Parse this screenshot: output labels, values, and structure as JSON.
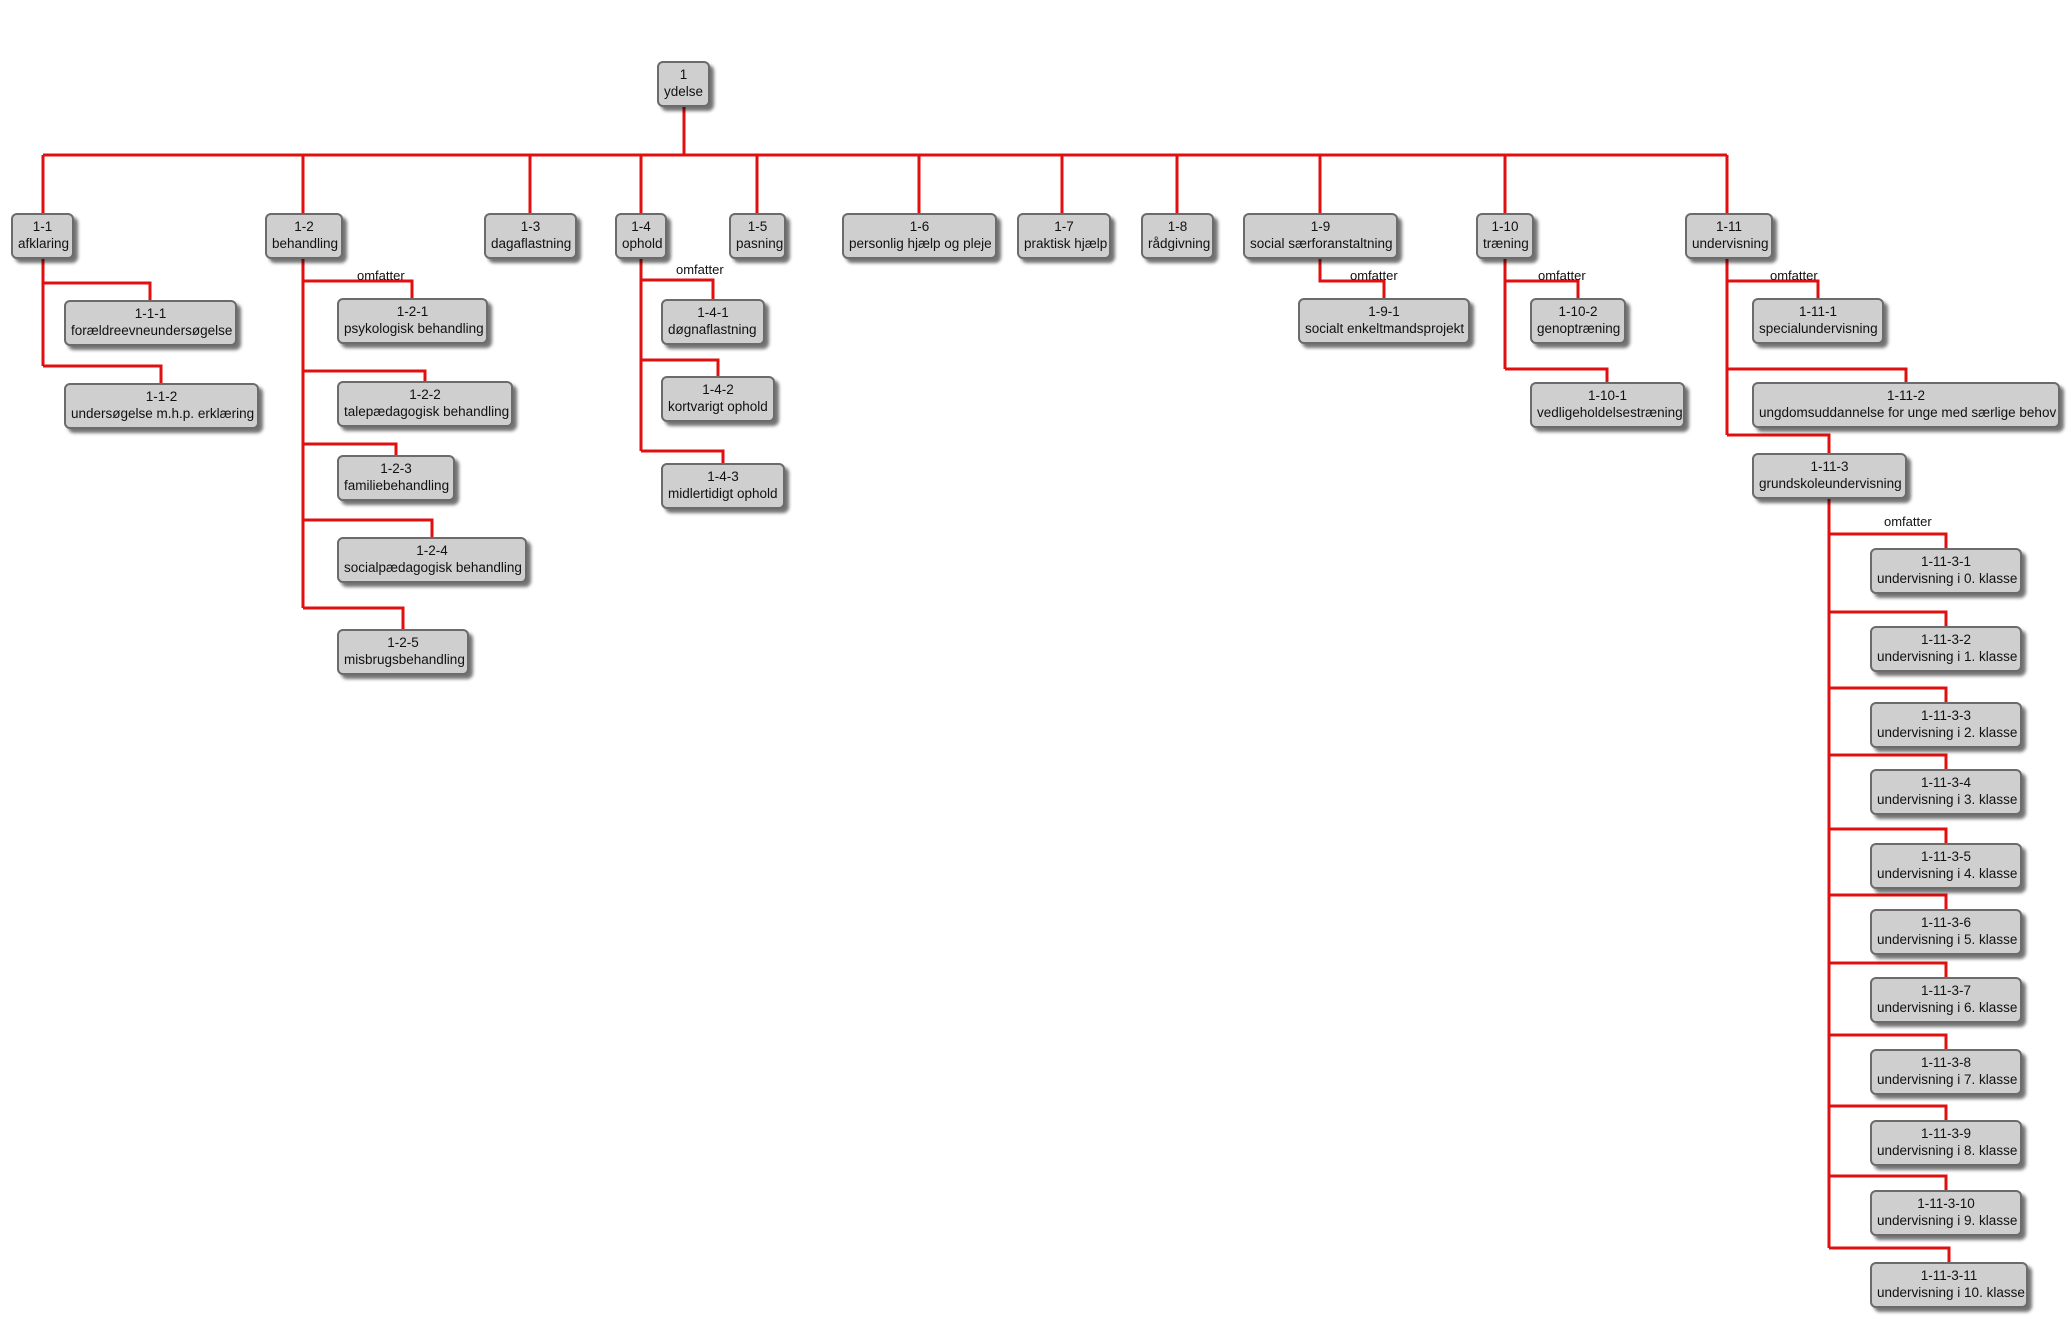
{
  "relation_label": "omfatter",
  "colors": {
    "line": "#e01010",
    "node_fill": "#cfcfcf",
    "node_border": "#6b6b6b"
  },
  "nodes": [
    {
      "id": "1",
      "code": "1",
      "label": "ydelse"
    },
    {
      "id": "1-1",
      "code": "1-1",
      "label": "afklaring"
    },
    {
      "id": "1-1-1",
      "code": "1-1-1",
      "label": "forældreevneundersøgelse"
    },
    {
      "id": "1-1-2",
      "code": "1-1-2",
      "label": "undersøgelse m.h.p. erklæring"
    },
    {
      "id": "1-2",
      "code": "1-2",
      "label": "behandling"
    },
    {
      "id": "1-2-1",
      "code": "1-2-1",
      "label": "psykologisk behandling"
    },
    {
      "id": "1-2-2",
      "code": "1-2-2",
      "label": "talepædagogisk behandling"
    },
    {
      "id": "1-2-3",
      "code": "1-2-3",
      "label": "familiebehandling"
    },
    {
      "id": "1-2-4",
      "code": "1-2-4",
      "label": "socialpædagogisk behandling"
    },
    {
      "id": "1-2-5",
      "code": "1-2-5",
      "label": "misbrugsbehandling"
    },
    {
      "id": "1-3",
      "code": "1-3",
      "label": "dagaflastning"
    },
    {
      "id": "1-4",
      "code": "1-4",
      "label": "ophold"
    },
    {
      "id": "1-4-1",
      "code": "1-4-1",
      "label": "døgnaflastning"
    },
    {
      "id": "1-4-2",
      "code": "1-4-2",
      "label": "kortvarigt ophold"
    },
    {
      "id": "1-4-3",
      "code": "1-4-3",
      "label": "midlertidigt ophold"
    },
    {
      "id": "1-5",
      "code": "1-5",
      "label": "pasning"
    },
    {
      "id": "1-6",
      "code": "1-6",
      "label": "personlig hjælp og pleje"
    },
    {
      "id": "1-7",
      "code": "1-7",
      "label": "praktisk hjælp"
    },
    {
      "id": "1-8",
      "code": "1-8",
      "label": "rådgivning"
    },
    {
      "id": "1-9",
      "code": "1-9",
      "label": "social særforanstaltning"
    },
    {
      "id": "1-9-1",
      "code": "1-9-1",
      "label": "socialt enkeltmandsprojekt"
    },
    {
      "id": "1-10",
      "code": "1-10",
      "label": "træning"
    },
    {
      "id": "1-10-2",
      "code": "1-10-2",
      "label": "genoptræning"
    },
    {
      "id": "1-10-1",
      "code": "1-10-1",
      "label": "vedligeholdelsestræning"
    },
    {
      "id": "1-11",
      "code": "1-11",
      "label": "undervisning"
    },
    {
      "id": "1-11-1",
      "code": "1-11-1",
      "label": "specialundervisning"
    },
    {
      "id": "1-11-2",
      "code": "1-11-2",
      "label": "ungdomsuddannelse for unge med særlige behov"
    },
    {
      "id": "1-11-3",
      "code": "1-11-3",
      "label": "grundskoleundervisning"
    },
    {
      "id": "1-11-3-1",
      "code": "1-11-3-1",
      "label": "undervisning i 0. klasse"
    },
    {
      "id": "1-11-3-2",
      "code": "1-11-3-2",
      "label": "undervisning i 1. klasse"
    },
    {
      "id": "1-11-3-3",
      "code": "1-11-3-3",
      "label": "undervisning i 2. klasse"
    },
    {
      "id": "1-11-3-4",
      "code": "1-11-3-4",
      "label": "undervisning i 3. klasse"
    },
    {
      "id": "1-11-3-5",
      "code": "1-11-3-5",
      "label": "undervisning i 4. klasse"
    },
    {
      "id": "1-11-3-6",
      "code": "1-11-3-6",
      "label": "undervisning i 5. klasse"
    },
    {
      "id": "1-11-3-7",
      "code": "1-11-3-7",
      "label": "undervisning i 6. klasse"
    },
    {
      "id": "1-11-3-8",
      "code": "1-11-3-8",
      "label": "undervisning i 7. klasse"
    },
    {
      "id": "1-11-3-9",
      "code": "1-11-3-9",
      "label": "undervisning i 8. klasse"
    },
    {
      "id": "1-11-3-10",
      "code": "1-11-3-10",
      "label": "undervisning i 9. klasse"
    },
    {
      "id": "1-11-3-11",
      "code": "1-11-3-11",
      "label": "undervisning i 10. klasse"
    }
  ]
}
